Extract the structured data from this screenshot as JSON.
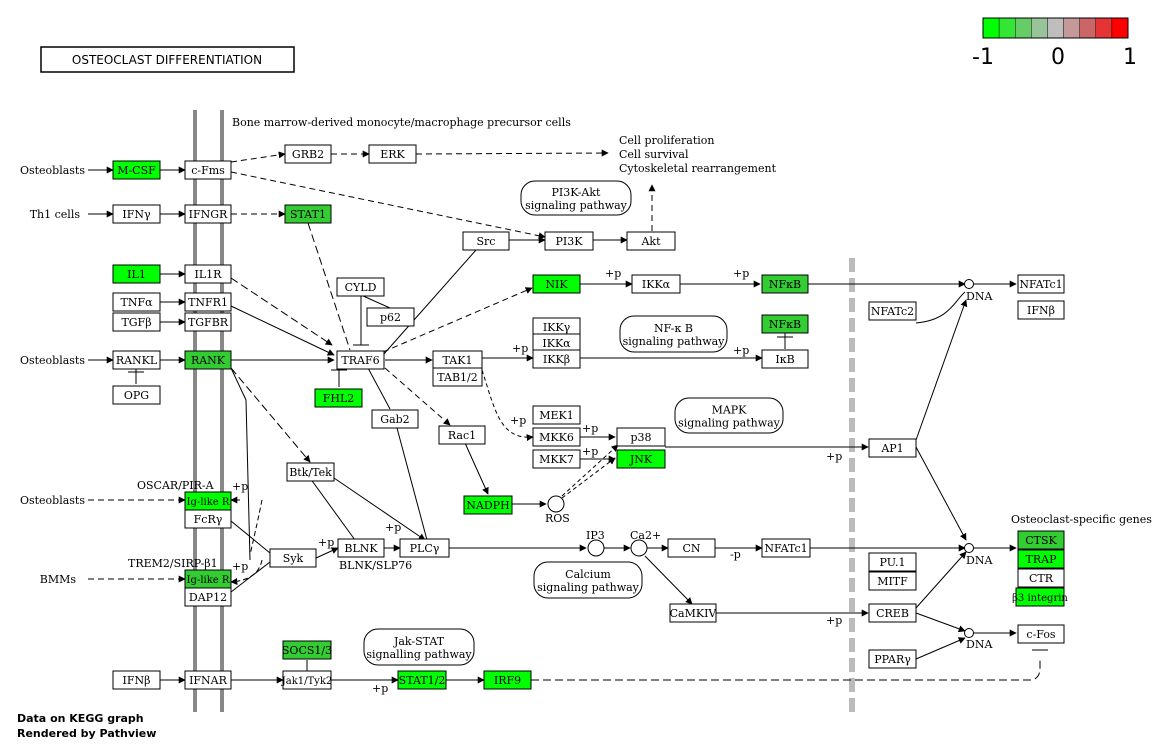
{
  "title": "OSTEOCLAST DIFFERENTIATION",
  "colors": {
    "up": "#ff0000",
    "down": "#00ff00",
    "neutral": "#bebebe",
    "mapped": "#33cc33"
  },
  "legend": {
    "ticks": [
      "-1",
      "0",
      "1"
    ],
    "colors": [
      "#00ff00",
      "#33e633",
      "#66cc66",
      "#99c499",
      "#bebebe",
      "#c49999",
      "#cc6666",
      "#e63333",
      "#ff0000"
    ]
  },
  "header_text": "Bone marrow-derived monocyte/macrophage precursor cells",
  "outcomes": [
    "Cell proliferation",
    "Cell survival",
    "Cytoskeletal rearrangement"
  ],
  "osteoclast_genes_label": "Osteoclast-specific genes",
  "sources": [
    "Osteoblasts",
    "Th1 cells",
    "Osteoblasts",
    "Osteoblasts",
    "BMMs"
  ],
  "receptor_labels": [
    "OSCAR/PIR-A",
    "TREM2/SIRP-β1"
  ],
  "blnk_label": "BLNK/SLP76",
  "pathways": [
    "PI3K-Akt signaling pathway",
    "NF-κ B signaling pathway",
    "MAPK signaling pathway",
    "Calcium signaling pathway",
    "Jak-STAT signalling pathway"
  ],
  "markers": {
    "plus_p": "+p",
    "minus_p": "-p",
    "ros": "ROS",
    "dna": "DNA",
    "ip3": "IP3",
    "ca": "Ca2+"
  },
  "nodes": [
    {
      "id": "mcsf",
      "label": "M-CSF",
      "status": "down"
    },
    {
      "id": "cfms",
      "label": "c-Fms",
      "status": "none"
    },
    {
      "id": "grb2",
      "label": "GRB2",
      "status": "none"
    },
    {
      "id": "erk",
      "label": "ERK",
      "status": "none"
    },
    {
      "id": "ifng",
      "label": "IFNγ",
      "status": "none"
    },
    {
      "id": "ifngr",
      "label": "IFNGR",
      "status": "none"
    },
    {
      "id": "stat1",
      "label": "STAT1",
      "status": "mapped"
    },
    {
      "id": "il1",
      "label": "IL1",
      "status": "down"
    },
    {
      "id": "il1r",
      "label": "IL1R",
      "status": "none"
    },
    {
      "id": "tnfa",
      "label": "TNFα",
      "status": "none"
    },
    {
      "id": "tnfr1",
      "label": "TNFR1",
      "status": "none"
    },
    {
      "id": "tgfb",
      "label": "TGFβ",
      "status": "none"
    },
    {
      "id": "tgfbr",
      "label": "TGFBR",
      "status": "none"
    },
    {
      "id": "rankl",
      "label": "RANKL",
      "status": "none"
    },
    {
      "id": "rank",
      "label": "RANK",
      "status": "mapped"
    },
    {
      "id": "opg",
      "label": "OPG",
      "status": "none"
    },
    {
      "id": "cyld",
      "label": "CYLD",
      "status": "none"
    },
    {
      "id": "p62",
      "label": "p62",
      "status": "none"
    },
    {
      "id": "traf6",
      "label": "TRAF6",
      "status": "none"
    },
    {
      "id": "fhl2",
      "label": "FHL2",
      "status": "down"
    },
    {
      "id": "src",
      "label": "Src",
      "status": "none"
    },
    {
      "id": "pi3k",
      "label": "PI3K",
      "status": "none"
    },
    {
      "id": "akt",
      "label": "Akt",
      "status": "none"
    },
    {
      "id": "nik",
      "label": "NIK",
      "status": "down"
    },
    {
      "id": "ikka",
      "label": "IKKα",
      "status": "none"
    },
    {
      "id": "nfkb1",
      "label": "NFκB",
      "status": "mapped"
    },
    {
      "id": "nfatc1a",
      "label": "NFATc1",
      "status": "none"
    },
    {
      "id": "ifnb_r",
      "label": "IFNβ",
      "status": "none"
    },
    {
      "id": "nfatc2",
      "label": "NFATc2",
      "status": "none"
    },
    {
      "id": "nfkb2",
      "label": "NFκB",
      "status": "mapped"
    },
    {
      "id": "ikkg",
      "label": "IKKγ",
      "status": "none"
    },
    {
      "id": "ikka2",
      "label": "IKKα",
      "status": "none"
    },
    {
      "id": "ikkb",
      "label": "IKKβ",
      "status": "none"
    },
    {
      "id": "ikb",
      "label": "IκB",
      "status": "none"
    },
    {
      "id": "tak1",
      "label": "TAK1",
      "status": "none"
    },
    {
      "id": "tab12",
      "label": "TAB1/2",
      "status": "none"
    },
    {
      "id": "gab2",
      "label": "Gab2",
      "status": "none"
    },
    {
      "id": "rac1",
      "label": "Rac1",
      "status": "none"
    },
    {
      "id": "mek1",
      "label": "MEK1",
      "status": "none"
    },
    {
      "id": "mkk6",
      "label": "MKK6",
      "status": "none"
    },
    {
      "id": "mkk7",
      "label": "MKK7",
      "status": "none"
    },
    {
      "id": "p38",
      "label": "p38",
      "status": "none"
    },
    {
      "id": "jnk",
      "label": "JNK",
      "status": "down"
    },
    {
      "id": "btk",
      "label": "Btk/Tek",
      "status": "none"
    },
    {
      "id": "nadph",
      "label": "NADPH",
      "status": "down"
    },
    {
      "id": "iglike1",
      "label": "Ig-like R",
      "status": "down"
    },
    {
      "id": "fcry",
      "label": "FcRγ",
      "status": "none"
    },
    {
      "id": "syk",
      "label": "Syk",
      "status": "none"
    },
    {
      "id": "blnk",
      "label": "BLNK",
      "status": "none"
    },
    {
      "id": "plcg",
      "label": "PLCγ",
      "status": "none"
    },
    {
      "id": "cn",
      "label": "CN",
      "status": "none"
    },
    {
      "id": "nfatc1b",
      "label": "NFATc1",
      "status": "none"
    },
    {
      "id": "ap1",
      "label": "AP1",
      "status": "none"
    },
    {
      "id": "pu1",
      "label": "PU.1",
      "status": "none"
    },
    {
      "id": "mitf",
      "label": "MITF",
      "status": "none"
    },
    {
      "id": "ctsk",
      "label": "CTSK",
      "status": "mapped"
    },
    {
      "id": "trap",
      "label": "TRAP",
      "status": "down"
    },
    {
      "id": "ctr",
      "label": "CTR",
      "status": "none"
    },
    {
      "id": "b3int",
      "label": "β3 integrin",
      "status": "down"
    },
    {
      "id": "iglike2",
      "label": "Ig-like R",
      "status": "mapped"
    },
    {
      "id": "dap12",
      "label": "DAP12",
      "status": "none"
    },
    {
      "id": "camkiv",
      "label": "CaMKIV",
      "status": "none"
    },
    {
      "id": "creb",
      "label": "CREB",
      "status": "none"
    },
    {
      "id": "cfos",
      "label": "c-Fos",
      "status": "none"
    },
    {
      "id": "ppary",
      "label": "PPARγ",
      "status": "none"
    },
    {
      "id": "socs",
      "label": "SOCS1/3",
      "status": "mapped"
    },
    {
      "id": "ifnb_l",
      "label": "IFNβ",
      "status": "none"
    },
    {
      "id": "ifnar",
      "label": "IFNAR",
      "status": "none"
    },
    {
      "id": "jak",
      "label": "Jak1/Tyk2",
      "status": "none"
    },
    {
      "id": "stat12",
      "label": "STAT1/2",
      "status": "down"
    },
    {
      "id": "irf9",
      "label": "IRF9",
      "status": "down"
    }
  ],
  "credits": [
    "Data on KEGG graph",
    "Rendered by Pathview"
  ]
}
